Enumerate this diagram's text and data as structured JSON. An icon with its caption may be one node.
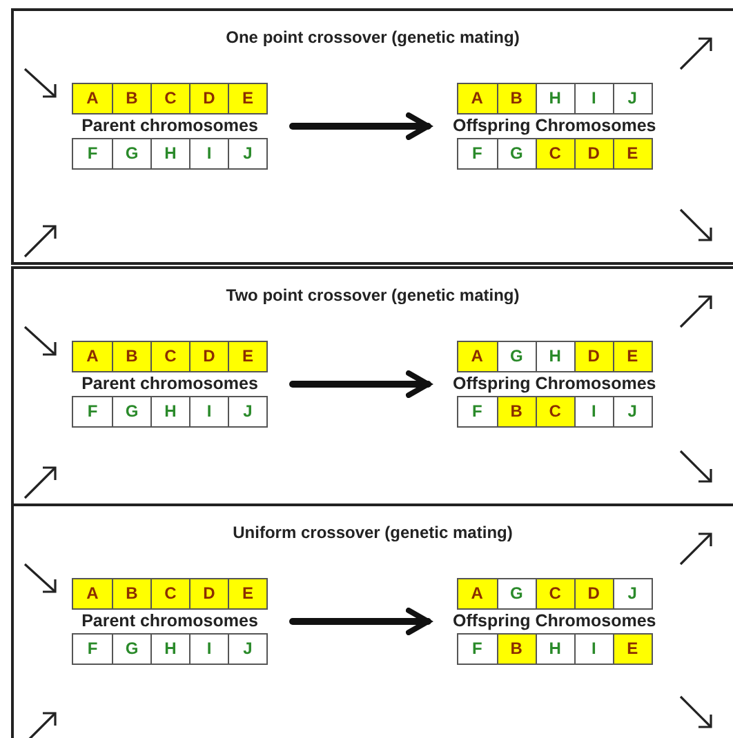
{
  "diagram": {
    "nodes": [
      {
        "text": [
          "One point crossover (genetic mating)"
        ]
      },
      {
        "text": [
          "Parent chromosomes"
        ],
        "in": 0
      },
      {
        "text": [],
        "shape": "box",
        "in": 1
      },
      {
        "text": [
          "A"
        ],
        "in": 2
      },
      {
        "text": [
          "B"
        ],
        "in": 2
      },
      {
        "text": [
          "C"
        ],
        "in": 2
      },
      {
        "text": [
          "D"
        ],
        "in": 2
      },
      {
        "text": [
          "E"
        ],
        "in": 2
      },
      {
        "text": [],
        "shape": "box",
        "in": 1
      },
      {
        "text": [
          "F"
        ],
        "in": 8
      },
      {
        "text": [
          "G"
        ],
        "in": 8
      },
      {
        "text": [
          "H"
        ],
        "in": 8
      },
      {
        "text": [
          "I"
        ],
        "in": 8
      },
      {
        "text": [
          "J"
        ],
        "in": 8
      },
      {
        "text": [
          "Offspring Chromosomes"
        ],
        "in": 0
      },
      {
        "text": [],
        "shape": "box",
        "in": 14
      },
      {
        "text": [
          "A"
        ],
        "in": 15
      },
      {
        "text": [
          "B"
        ],
        "in": 15
      },
      {
        "text": [
          "H"
        ],
        "in": 15
      },
      {
        "text": [
          "I"
        ],
        "in": 15
      },
      {
        "text": [
          "J"
        ],
        "in": 15
      },
      {
        "text": [],
        "shape": "box",
        "in": 14
      },
      {
        "text": [
          "F"
        ],
        "in": 21
      },
      {
        "text": [
          "G"
        ],
        "in": 21
      },
      {
        "text": [
          "C"
        ],
        "in": 21
      },
      {
        "text": [
          "D"
        ],
        "in": 21
      },
      {
        "text": [
          "E"
        ],
        "in": 21
      },
      {
        "text": [
          "Two point crossover (genetic mating)"
        ]
      },
      {
        "text": [
          "Parent chromosomes"
        ],
        "in": 27
      },
      {
        "text": [],
        "shape": "box",
        "in": 28
      },
      {
        "text": [
          "A"
        ],
        "in": 29
      },
      {
        "text": [
          "B"
        ],
        "in": 29
      },
      {
        "text": [
          "C"
        ],
        "in": 29
      },
      {
        "text": [
          "D"
        ],
        "in": 29
      },
      {
        "text": [
          "E"
        ],
        "in": 29
      },
      {
        "text": [],
        "shape": "box",
        "in": 28
      },
      {
        "text": [
          "F"
        ],
        "in": 35
      },
      {
        "text": [
          "G"
        ],
        "in": 35
      },
      {
        "text": [
          "H"
        ],
        "in": 35
      },
      {
        "text": [
          "I"
        ],
        "in": 35
      },
      {
        "text": [
          "J"
        ],
        "in": 35
      },
      {
        "text": [
          "Offspring Chromosomes"
        ],
        "in": 27
      },
      {
        "text": [],
        "shape": "box",
        "in": 41
      },
      {
        "text": [
          "A"
        ],
        "in": 42
      },
      {
        "text": [
          "G"
        ],
        "in": 42
      },
      {
        "text": [
          "H"
        ],
        "in": 42
      },
      {
        "text": [
          "D"
        ],
        "in": 42
      },
      {
        "text": [
          "E"
        ],
        "in": 42
      },
      {
        "text": [],
        "shape": "box",
        "in": 41
      },
      {
        "text": [
          "F"
        ],
        "in": 48
      },
      {
        "text": [
          "B"
        ],
        "in": 48
      },
      {
        "text": [
          "C"
        ],
        "in": 48
      },
      {
        "text": [
          "I"
        ],
        "in": 48
      },
      {
        "text": [
          "J"
        ],
        "in": 48
      },
      {
        "text": [
          "Uniform crossover (genetic mating)"
        ]
      },
      {
        "text": [
          "Parent chromosomes"
        ],
        "in": 54
      },
      {
        "text": [],
        "shape": "box",
        "in": 55
      },
      {
        "text": [
          "A"
        ],
        "in": 56
      },
      {
        "text": [
          "B"
        ],
        "in": 56
      },
      {
        "text": [
          "C"
        ],
        "in": 56
      },
      {
        "text": [
          "D"
        ],
        "in": 56
      },
      {
        "text": [
          "E"
        ],
        "in": 56
      },
      {
        "text": [],
        "shape": "box",
        "in": 55
      },
      {
        "text": [
          "F"
        ],
        "in": 62
      },
      {
        "text": [
          "G"
        ],
        "in": 62
      },
      {
        "text": [
          "H"
        ],
        "in": 62
      },
      {
        "text": [
          "I"
        ],
        "in": 62
      },
      {
        "text": [
          "J"
        ],
        "in": 62
      },
      {
        "text": [
          "Offspring Chromosomes"
        ],
        "in": 54
      },
      {
        "text": [],
        "shape": "box",
        "in": 68
      },
      {
        "text": [
          "A"
        ],
        "in": 69
      },
      {
        "text": [
          "G"
        ],
        "in": 69
      },
      {
        "text": [
          "C"
        ],
        "in": 69
      },
      {
        "text": [
          "D"
        ],
        "in": 69
      },
      {
        "text": [
          "J"
        ],
        "in": 69
      },
      {
        "text": [],
        "shape": "box",
        "in": 68
      },
      {
        "text": [
          "F"
        ],
        "in": 75
      },
      {
        "text": [
          "B"
        ],
        "in": 75
      },
      {
        "text": [
          "H"
        ],
        "in": 75
      },
      {
        "text": [
          "I"
        ],
        "in": 75
      },
      {
        "text": [
          "E"
        ],
        "in": 75
      }
    ],
    "edges": [
      {
        "from": 1,
        "to": 14,
        "arrow": "to"
      },
      {
        "from": 28,
        "to": 41,
        "arrow": "to"
      },
      {
        "from": 55,
        "to": 68,
        "arrow": "to"
      }
    ]
  }
}
